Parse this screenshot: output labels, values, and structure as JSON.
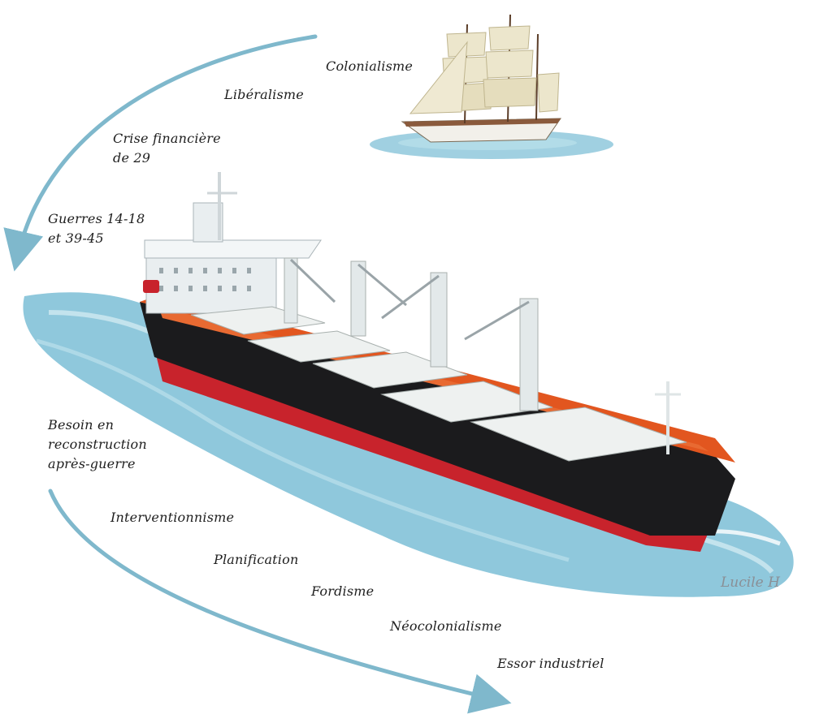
{
  "labels": {
    "colonialisme": "Colonialisme",
    "liberalisme": "Libéralisme",
    "crise_line1": "Crise financière",
    "crise_line2": "de 29",
    "guerres_line1": "Guerres 14-18",
    "guerres_line2": "et 39-45",
    "besoin_line1": "Besoin en",
    "besoin_line2": "reconstruction",
    "besoin_line3": "après-guerre",
    "interventionnisme": "Interventionnisme",
    "planification": "Planification",
    "fordisme": "Fordisme",
    "neocolonialisme": "Néocolonialisme",
    "essor": "Essor industriel"
  },
  "signature": "Lucile H",
  "colors": {
    "arrow": "#7fb8cc",
    "sea": "#8fc8dc",
    "hull": "#1b1b1d",
    "deck": "#e2561f",
    "boot_top": "#c8232c",
    "superstructure": "#e9eef0",
    "sail": "#ece6cc"
  }
}
